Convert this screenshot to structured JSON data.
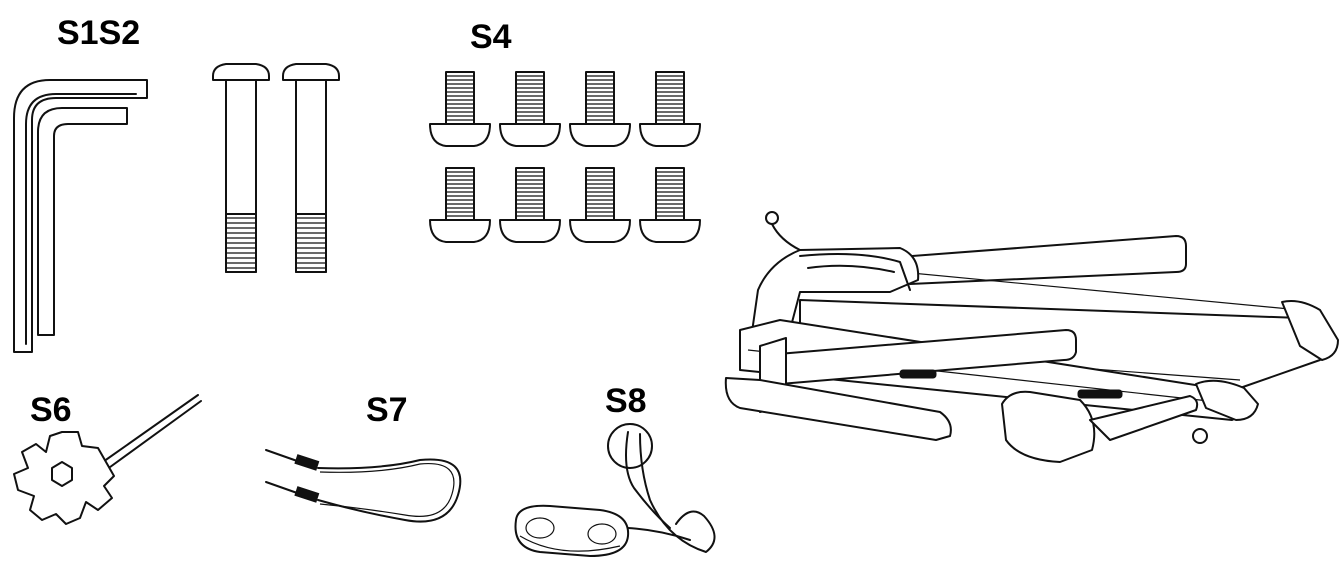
{
  "labels": {
    "s1s2": "S1S2",
    "s4": "S4",
    "s6": "S6",
    "s7": "S7",
    "s8": "S8"
  },
  "parts": [
    {
      "id": "S1S2",
      "items": [
        "allen-keys",
        "long-bolts"
      ],
      "bolt_count": 2,
      "key_count": 3
    },
    {
      "id": "S4",
      "items": [
        "short-bolts"
      ],
      "count": 8
    },
    {
      "id": "S6",
      "items": [
        "spanner-wrench"
      ]
    },
    {
      "id": "S7",
      "items": [
        "cable"
      ]
    },
    {
      "id": "S8",
      "items": [
        "safety-key"
      ]
    },
    {
      "id": "treadmill",
      "items": [
        "folded-treadmill"
      ]
    }
  ],
  "colors": {
    "ink": "#111111",
    "paper": "#ffffff"
  }
}
